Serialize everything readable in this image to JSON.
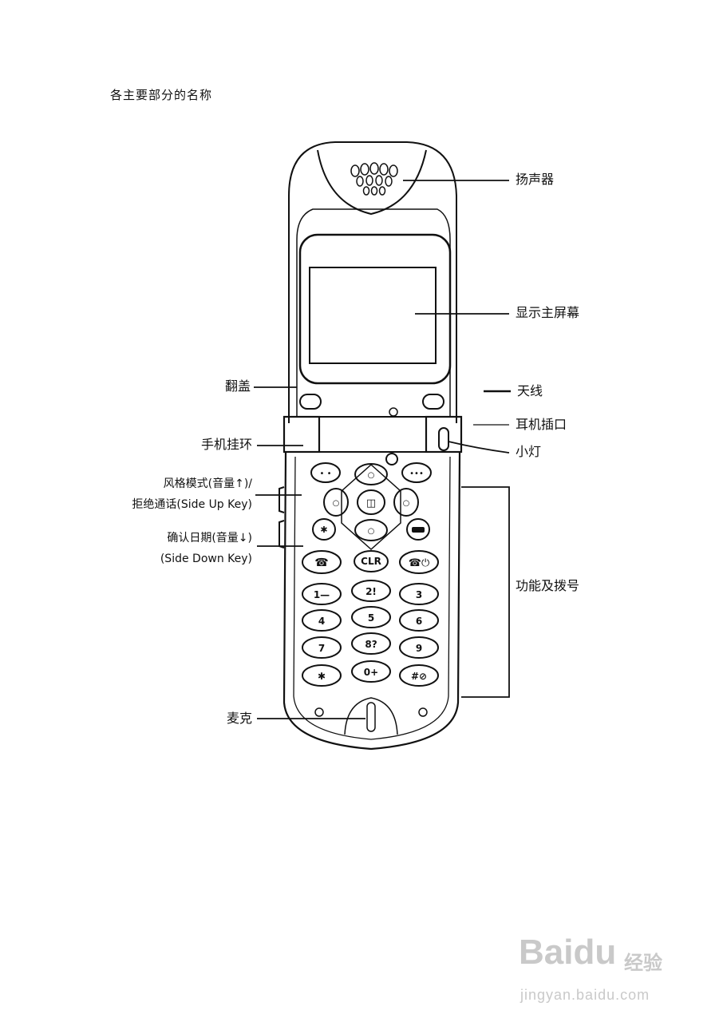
{
  "page": {
    "heading": "各主要部分的名称"
  },
  "labels": {
    "speaker": "扬声器",
    "main_display": "显示主屏幕",
    "antenna": "天线",
    "flip": "翻盖",
    "earphone_jack": "耳机插口",
    "strap_ring": "手机挂环",
    "indicator_light": "小灯",
    "style_mode_line1": "风格模式(音量↑)/",
    "style_mode_line2": "拒绝通话(Side  Up  Key)",
    "date_confirm_line1": "确认日期(音量↓)",
    "date_confirm_line2": "(Side   Down   Key)",
    "function_dial": "功能及拨号",
    "microphone": "麦克"
  },
  "keys": {
    "clr": "CLR",
    "k1": "1—",
    "k2": "2!",
    "k3": "3",
    "k4": "4",
    "k5": "5",
    "k6": "6",
    "k7": "7",
    "k8": "8?",
    "k9": "9",
    "star": "✱",
    "k0": "0+",
    "hash": "#⊘"
  },
  "watermark": {
    "brand": "Baidu",
    "product": "经验",
    "url": "jingyan.baidu.com"
  }
}
